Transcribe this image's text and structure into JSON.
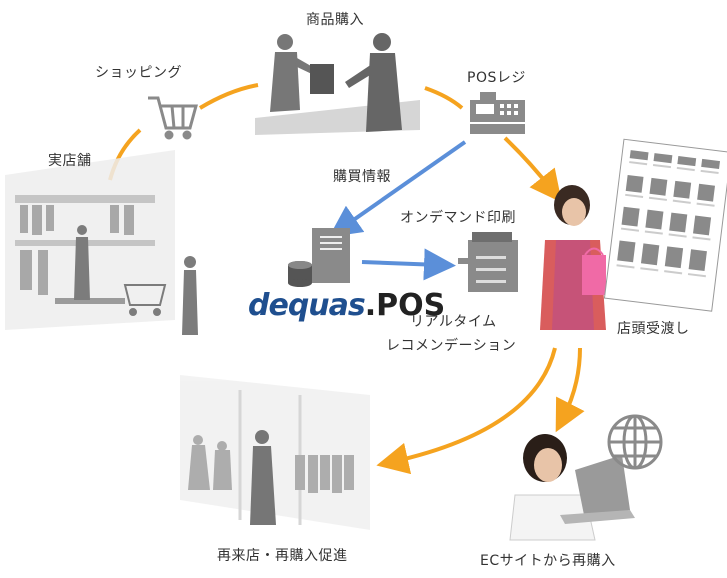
{
  "labels": {
    "purchase": "商品購入",
    "shopping": "ショッピング",
    "pos_register": "POSレジ",
    "store": "実店舗",
    "purchase_info": "購買情報",
    "on_demand_print": "オンデマンド印刷",
    "logo_main": "dequas",
    "logo_suffix": ".POS",
    "realtime_line1": "リアルタイム",
    "realtime_line2": "レコメンデーション",
    "store_handover": "店頭受渡し",
    "revisit": "再来店・再購入促進",
    "ec_repurchase": "ECサイトから再購入"
  },
  "colors": {
    "flow_arrow": "#f5a31f",
    "data_arrow": "#5b8fd9",
    "logo_blue": "#1f4f8f",
    "icon_gray": "#8a8a8a"
  }
}
